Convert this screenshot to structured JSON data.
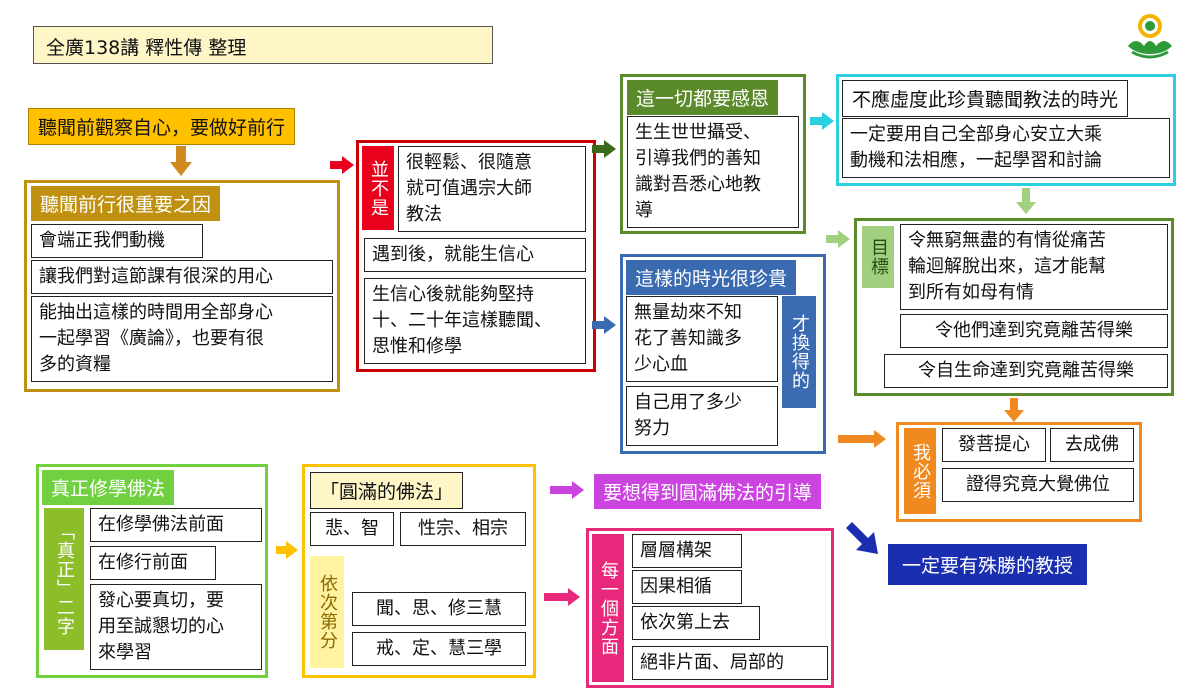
{
  "title": "全廣138講  釋性傳 整理",
  "colors": {
    "red": "#e8001c",
    "gold": "#c09010",
    "green": "#5a8a2a",
    "cyan": "#2ad0e0",
    "blue": "#3a6ab0",
    "orange": "#f08a20",
    "pink": "#e8287a",
    "lime": "#70d040",
    "yellow": "#ffc000",
    "navy": "#1a2fb0"
  },
  "left_top": {
    "header": "聽聞前觀察自心，要做好前行",
    "reason_title": "聽聞前行很重要之因",
    "reasons": [
      "會端正我們動機",
      "讓我們對這節課有很深的用心",
      "能抽出這樣的時間用全部身心\n一起學習《廣論》，也要有很\n多的資糧"
    ]
  },
  "not_group": {
    "label": "並不是",
    "items": [
      "很輕鬆、很隨意\n就可值遇宗大師\n教法",
      "遇到後，就能生信心",
      "生信心後就能夠堅持\n十、二十年這樣聽聞、\n思惟和修學"
    ]
  },
  "gratitude": {
    "title": "這一切都要感恩",
    "text": "生生世世攝受、\n引導我們的善知\n識對吾悉心地教\n導"
  },
  "precious": {
    "title": "這樣的時光很珍貴",
    "items": [
      "無量劫來不知\n花了善知識多\n少心血",
      "自己用了多少\n努力"
    ],
    "side": "才換得的"
  },
  "not_waste": {
    "title": "不應虛度此珍貴聽聞教法的時光",
    "text": "一定要用自己全部身心安立大乘\n動機和法相應，一起學習和討論"
  },
  "goal": {
    "label": "目標",
    "items": [
      "令無窮無盡的有情從痛苦\n輪迴解脫出來，這才能幫\n到所有如母有情",
      "令他們達到究竟離苦得樂",
      "令自生命達到究竟離苦得樂"
    ]
  },
  "must": {
    "label": "我必須",
    "items": [
      "發菩提心",
      "去成佛",
      "證得究竟大覺佛位"
    ]
  },
  "true_practice": {
    "title": "真正修學佛法",
    "label": "「真正」二字",
    "items": [
      "在修學佛法前面",
      "在修行前面",
      "發心要真切，要\n用至誠懇切的心\n來學習"
    ]
  },
  "perfect": {
    "title": "「圓滿的佛法」",
    "row1": [
      "悲、智",
      "性宗、相宗"
    ],
    "label": "依次第分",
    "items": [
      "聞、思、修三慧",
      "戒、定、慧三學"
    ]
  },
  "guidance": "要想得到圓滿佛法的引導",
  "every_aspect": {
    "label": "每一個方面",
    "items": [
      "層層構架",
      "因果相循",
      "依次第上去",
      "絕非片面、局部的"
    ]
  },
  "excellent": "一定要有殊勝的教授",
  "logo_icon": "lotus-logo-icon"
}
